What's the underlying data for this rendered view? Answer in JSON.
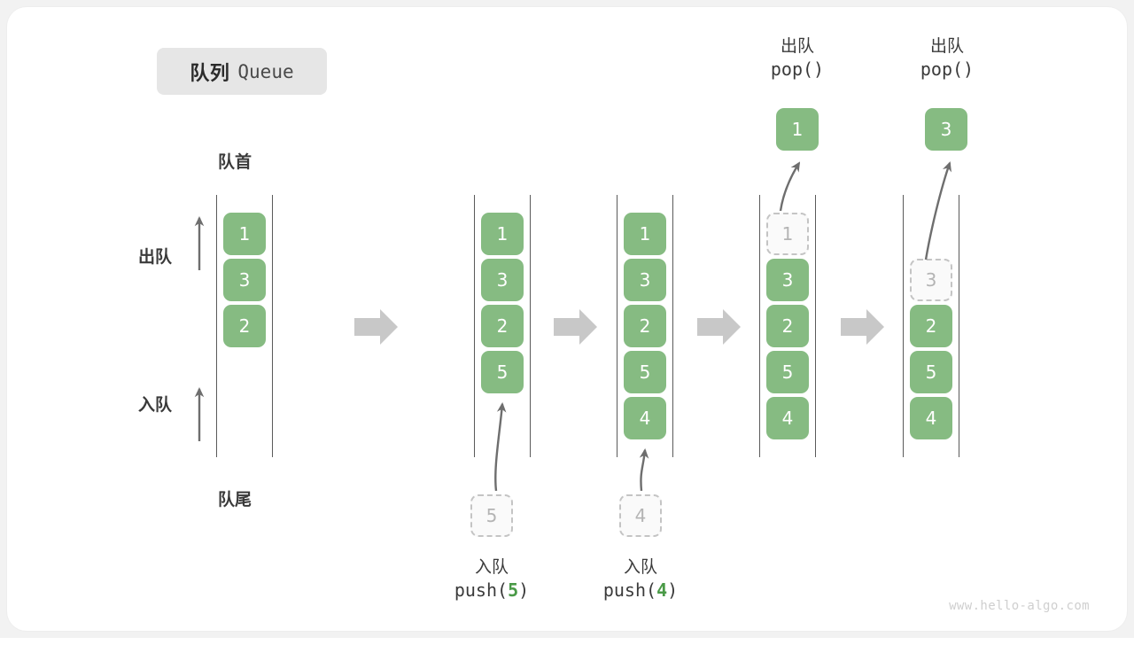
{
  "diagram": {
    "title_cn": "队列",
    "title_en": "Queue",
    "front_label": "队首",
    "rear_label": "队尾",
    "dequeue_label": "出队",
    "enqueue_label": "入队",
    "watermark": "www.hello-algo.com",
    "colors": {
      "cell_fill": "#86bb82",
      "cell_text": "#ffffff",
      "ghost_border": "#c4c4c4",
      "ghost_text": "#b4b4b4",
      "rail": "#5a5a5a",
      "arrow_gray": "#6e6e6e",
      "step_arrow": "#c8c8c8",
      "accent_green": "#4a9a47",
      "chip_bg": "#e6e6e6"
    },
    "columns": [
      {
        "id": "state-initial",
        "cells": [
          {
            "value": "1",
            "state": "filled"
          },
          {
            "value": "3",
            "state": "filled"
          },
          {
            "value": "2",
            "state": "filled"
          }
        ]
      },
      {
        "id": "state-after-push-5",
        "cells": [
          {
            "value": "1",
            "state": "filled"
          },
          {
            "value": "3",
            "state": "filled"
          },
          {
            "value": "2",
            "state": "filled"
          },
          {
            "value": "5",
            "state": "filled"
          }
        ],
        "incoming": {
          "value": "5"
        },
        "caption_cn": "入队",
        "caption_code_prefix": "push(",
        "caption_code_num": "5",
        "caption_code_suffix": ")"
      },
      {
        "id": "state-after-push-4",
        "cells": [
          {
            "value": "1",
            "state": "filled"
          },
          {
            "value": "3",
            "state": "filled"
          },
          {
            "value": "2",
            "state": "filled"
          },
          {
            "value": "5",
            "state": "filled"
          },
          {
            "value": "4",
            "state": "filled"
          }
        ],
        "incoming": {
          "value": "4"
        },
        "caption_cn": "入队",
        "caption_code_prefix": "push(",
        "caption_code_num": "4",
        "caption_code_suffix": ")"
      },
      {
        "id": "state-after-pop-1",
        "cells": [
          {
            "value": "1",
            "state": "ghost"
          },
          {
            "value": "3",
            "state": "filled"
          },
          {
            "value": "2",
            "state": "filled"
          },
          {
            "value": "5",
            "state": "filled"
          },
          {
            "value": "4",
            "state": "filled"
          }
        ],
        "outgoing": {
          "value": "1"
        },
        "header_cn": "出队",
        "header_code": "pop()"
      },
      {
        "id": "state-after-pop-3",
        "cells": [
          {
            "value": "",
            "state": "empty"
          },
          {
            "value": "3",
            "state": "ghost"
          },
          {
            "value": "2",
            "state": "filled"
          },
          {
            "value": "5",
            "state": "filled"
          },
          {
            "value": "4",
            "state": "filled"
          }
        ],
        "outgoing": {
          "value": "3"
        },
        "header_cn": "出队",
        "header_code": "pop()"
      }
    ]
  }
}
